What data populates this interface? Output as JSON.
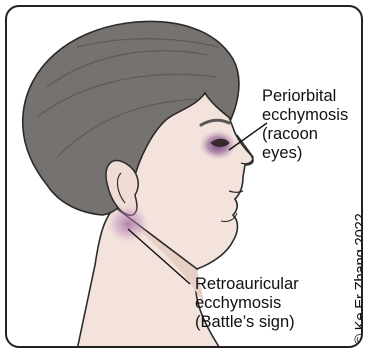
{
  "labels": {
    "periorbital": "Periorbital\necchymosis\n(racoon\neyes)",
    "retroauricular": "Retroauricular\necchymosis\n(Battle’s sign)"
  },
  "copyright": "© Ke Er Zhang 2022",
  "colors": {
    "hair": "#767270",
    "hair_shadow": "#5e5a58",
    "skin": "#f3e3dc",
    "skin_shadow": "#e7cfc5",
    "bruise": "#8a5a8e",
    "outline": "#2b2b2b",
    "frame": "#222222"
  },
  "icons": {
    "periorbital_bruise": "bruise-eye",
    "retroauricular_bruise": "bruise-behind-ear"
  }
}
